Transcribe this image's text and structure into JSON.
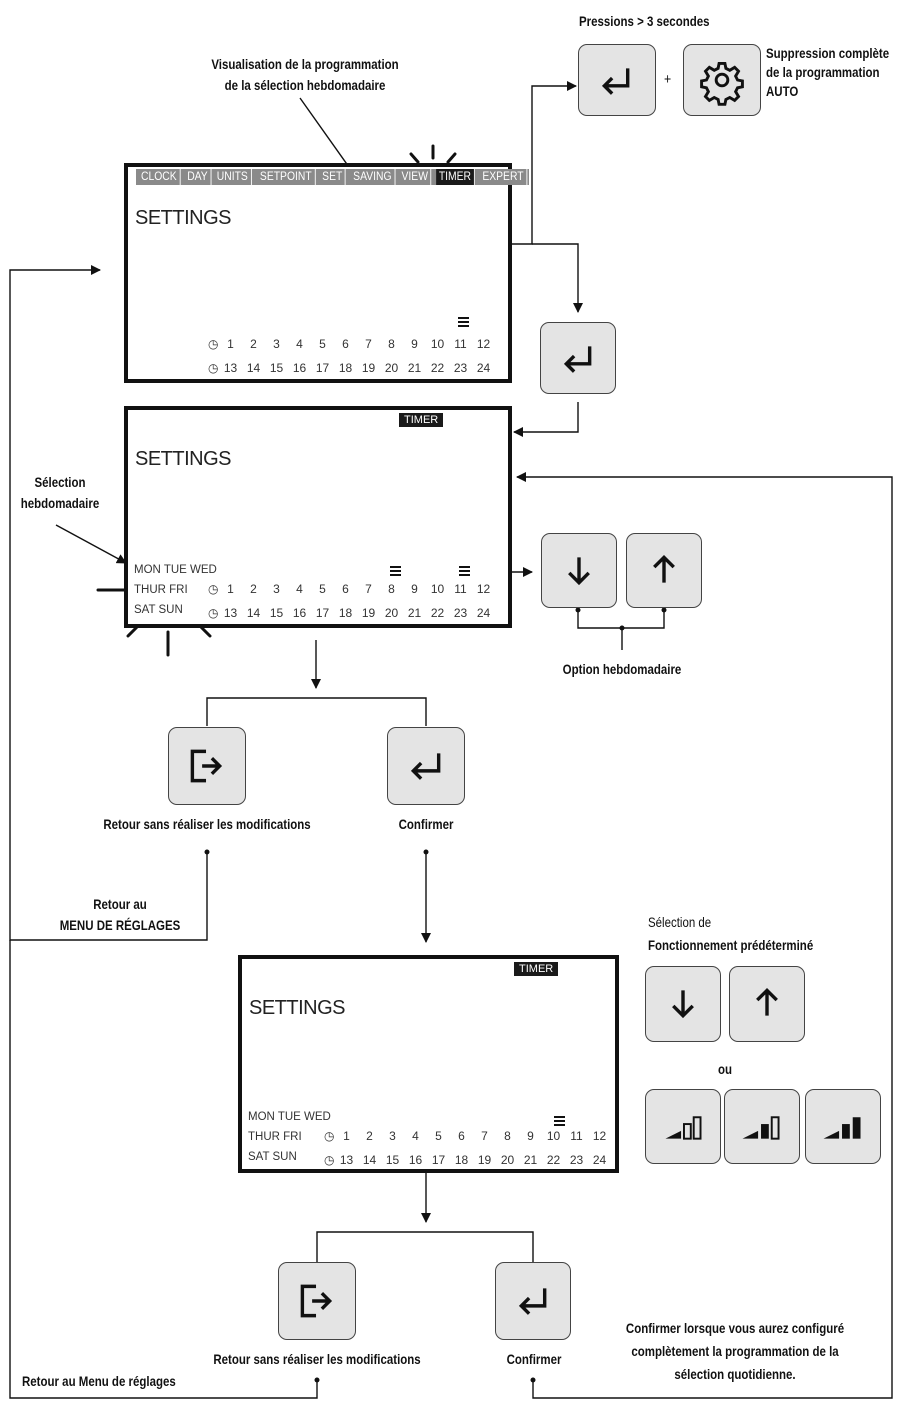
{
  "labels": {
    "pressions": "Pressions > 3 secondes",
    "plus": "+",
    "suppression": [
      "Suppression complète",
      "de la programmation",
      "AUTO"
    ],
    "visualisation": [
      "Visualisation de la programmation",
      "de la sélection hebdomadaire"
    ],
    "selection_hebdo": [
      "Sélection",
      "hebdomadaire"
    ],
    "option_hebdo": "Option hebdomadaire",
    "retour_sans_1": "Retour sans réaliser les modifications",
    "confirmer_1": "Confirmer",
    "retour_au": [
      "Retour au",
      "MENU DE RÉGLAGES"
    ],
    "selection_de": "Sélection de",
    "fonctionnement": "Fonctionnement prédéterminé",
    "ou": "ou",
    "retour_sans_2": "Retour sans réaliser les modifications",
    "confirmer_2": "Confirmer",
    "confirmer_lorsque": [
      "Confirmer lorsque vous aurez configuré",
      "complètement la programmation de la",
      "sélection quotidienne."
    ],
    "retour_menu": "Retour au Menu de réglages"
  },
  "screens": {
    "title": "SETTINGS",
    "menu_items": [
      "CLOCK",
      "DAY",
      "UNITS",
      "SETPOINT",
      "SET",
      "SAVING",
      "VIEW",
      "TIMER",
      "EXPERT"
    ],
    "active_menu": "TIMER",
    "timer_badge": "TIMER",
    "hours_row1": [
      "1",
      "2",
      "3",
      "4",
      "5",
      "6",
      "7",
      "8",
      "9",
      "10",
      "11",
      "12"
    ],
    "hours_row2": [
      "13",
      "14",
      "15",
      "16",
      "17",
      "18",
      "19",
      "20",
      "21",
      "22",
      "23",
      "24"
    ],
    "days": [
      "MON TUE WED",
      "THUR FRI",
      "SAT SUN"
    ]
  },
  "icons": [
    "enter-icon",
    "gear-icon",
    "down-arrow-icon",
    "up-arrow-icon",
    "exit-icon",
    "signal-low-icon",
    "signal-mid-icon",
    "signal-high-icon"
  ]
}
